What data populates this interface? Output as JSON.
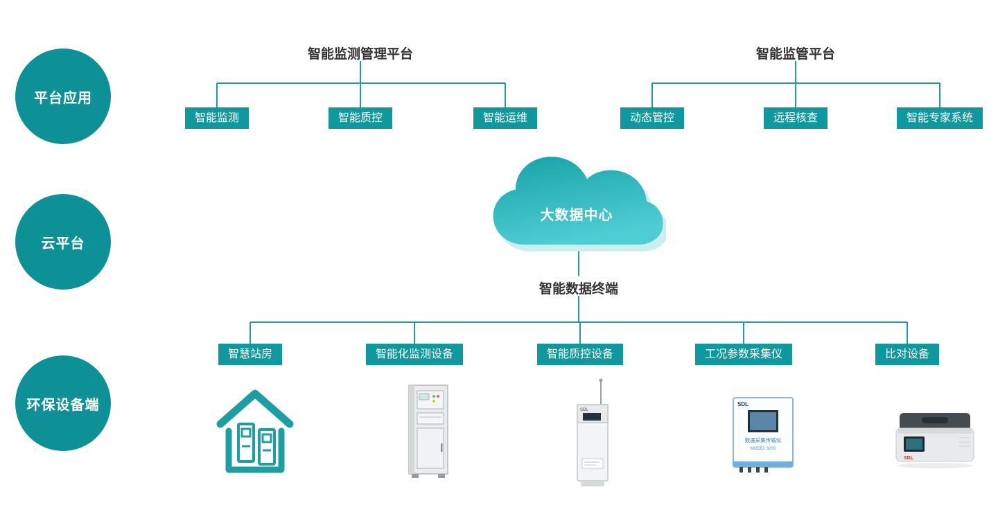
{
  "rail": {
    "items": [
      {
        "label": "平台应用"
      },
      {
        "label": "云平台"
      },
      {
        "label": "环保设备端"
      }
    ]
  },
  "platform_tree": {
    "title": "智能监测管理平台",
    "children": [
      {
        "label": "智能监测"
      },
      {
        "label": "智能质控"
      },
      {
        "label": "智能运维"
      }
    ]
  },
  "supervision_tree": {
    "title": "智能监管平台",
    "children": [
      {
        "label": "动态管控"
      },
      {
        "label": "远程核查"
      },
      {
        "label": "智能专家系统"
      }
    ]
  },
  "cloud": {
    "label": "大数据中心"
  },
  "terminal": {
    "title": "智能数据终端"
  },
  "device_tree": {
    "children": [
      {
        "label": "智慧站房"
      },
      {
        "label": "智能化监测设备"
      },
      {
        "label": "智能质控设备"
      },
      {
        "label": "工况参数采集仪"
      },
      {
        "label": "比对设备"
      }
    ]
  },
  "equipment": {
    "qc_device": {
      "brand": "SDL"
    },
    "collector": {
      "brand": "SDL",
      "line1": "数据采集传输仪",
      "line2": "MODEL 3200"
    },
    "comparator": {
      "brand": "SDL"
    }
  },
  "colors": {
    "node_teal": "#0f999e",
    "circle_teal": "#0d9096",
    "line_teal": "#1e9ca0",
    "title_text": "#333333"
  }
}
